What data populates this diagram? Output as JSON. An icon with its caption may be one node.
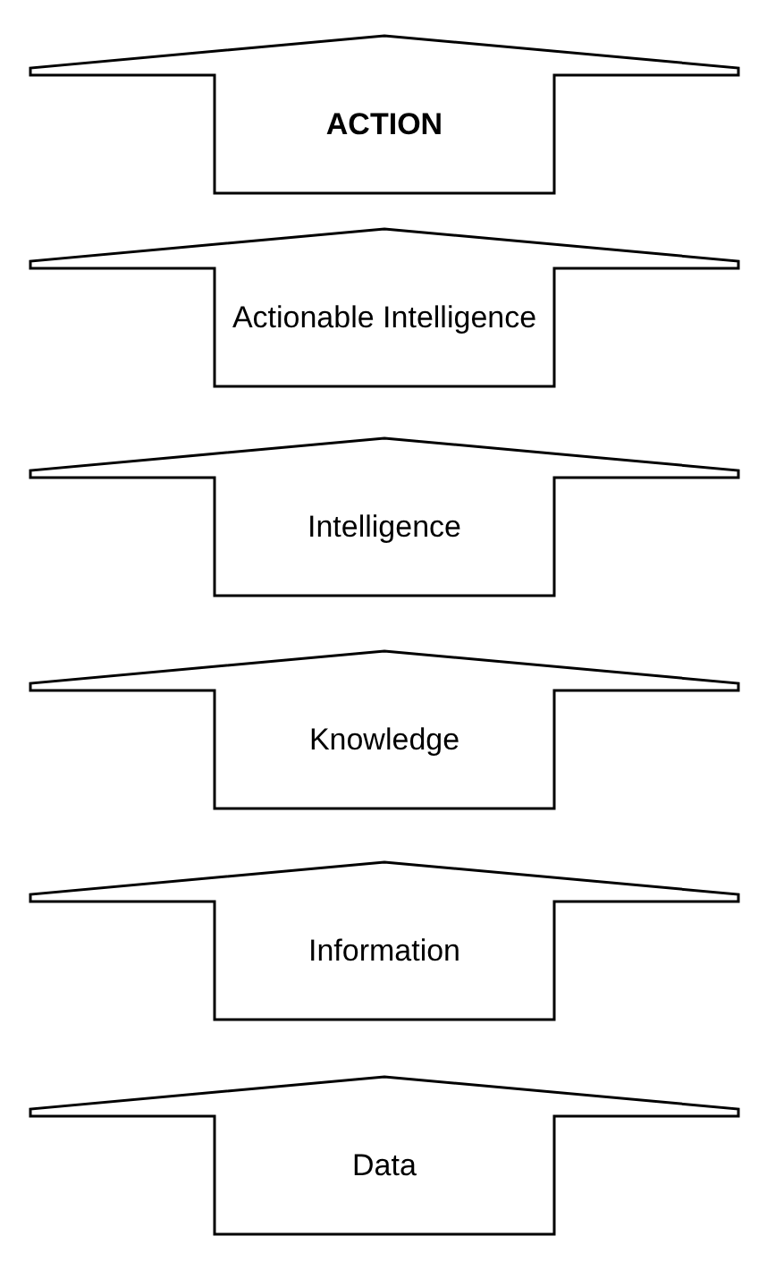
{
  "diagram": {
    "nodes": [
      {
        "text": [
          "ACTION"
        ]
      },
      {
        "text": [
          "Actionable Intelligence"
        ]
      },
      {
        "text": [
          "Intelligence"
        ]
      },
      {
        "text": [
          "Knowledge"
        ]
      },
      {
        "text": [
          "Information"
        ]
      },
      {
        "text": [
          "Data"
        ]
      }
    ]
  }
}
